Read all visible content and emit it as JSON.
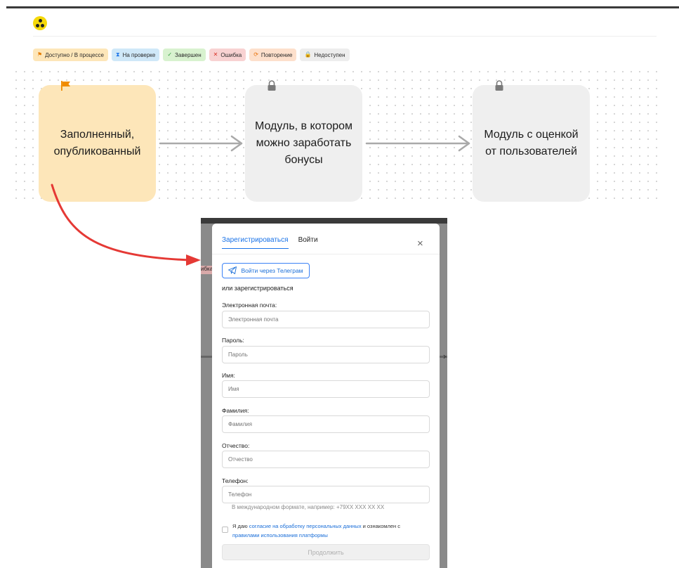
{
  "legend": [
    {
      "label": "Доступно / В процессе",
      "icon": "flag-icon",
      "bg": "#fde6b9",
      "color": "#e57c00",
      "glyph": "⚑"
    },
    {
      "label": "На проверке",
      "icon": "hourglass-icon",
      "bg": "#cfe8f8",
      "color": "#1a73e8",
      "glyph": "⧗"
    },
    {
      "label": "Завершен",
      "icon": "check-icon",
      "bg": "#d8f2cf",
      "color": "#2e9d3a",
      "glyph": "✓"
    },
    {
      "label": "Ошибка",
      "icon": "cross-icon",
      "bg": "#f8d2d2",
      "color": "#d93025",
      "glyph": "✕"
    },
    {
      "label": "Повторение",
      "icon": "repeat-icon",
      "bg": "#fde0cc",
      "color": "#e8710a",
      "glyph": "⟳"
    },
    {
      "label": "Недоступен",
      "icon": "lock-icon",
      "bg": "#ededed",
      "color": "#555555",
      "glyph": "🔒"
    }
  ],
  "nodes": [
    {
      "text": "Заполненный, опубликованный",
      "status_icon": "flag-icon",
      "color": "#fde6b9"
    },
    {
      "text": "Модуль, в котором можно заработать бонусы",
      "status_icon": "lock-icon",
      "color": "#efefef"
    },
    {
      "text": "Модуль с оценкой от пользователей",
      "status_icon": "lock-icon",
      "color": "#efefef"
    }
  ],
  "background_peek": {
    "text": "ибка"
  },
  "modal": {
    "tab_register": "Зарегистрироваться",
    "tab_login": "Войти",
    "close_glyph": "×",
    "telegram_button": "Войти через Телеграм",
    "or_text": "или зарегистрироваться",
    "fields": {
      "email": {
        "label": "Электронная почта:",
        "placeholder": "Электронная почта"
      },
      "password": {
        "label": "Пароль:",
        "placeholder": "Пароль"
      },
      "first_name": {
        "label": "Имя:",
        "placeholder": "Имя"
      },
      "last_name": {
        "label": "Фамилия:",
        "placeholder": "Фамилия"
      },
      "patronymic": {
        "label": "Отчество:",
        "placeholder": "Отчество"
      },
      "phone": {
        "label": "Телефон:",
        "placeholder": "Телефон"
      }
    },
    "phone_hint": "В международном формате, например: +79XX XXX XX XX",
    "consent": {
      "prefix": "Я даю ",
      "link1": "согласие на обработку персональных данных",
      "middle": " и ознакомлен с ",
      "link2": "правилами использования платформы"
    },
    "submit": "Продолжить"
  },
  "colors": {
    "accent": "#1a73e8",
    "annotation_arrow": "#e53935"
  }
}
